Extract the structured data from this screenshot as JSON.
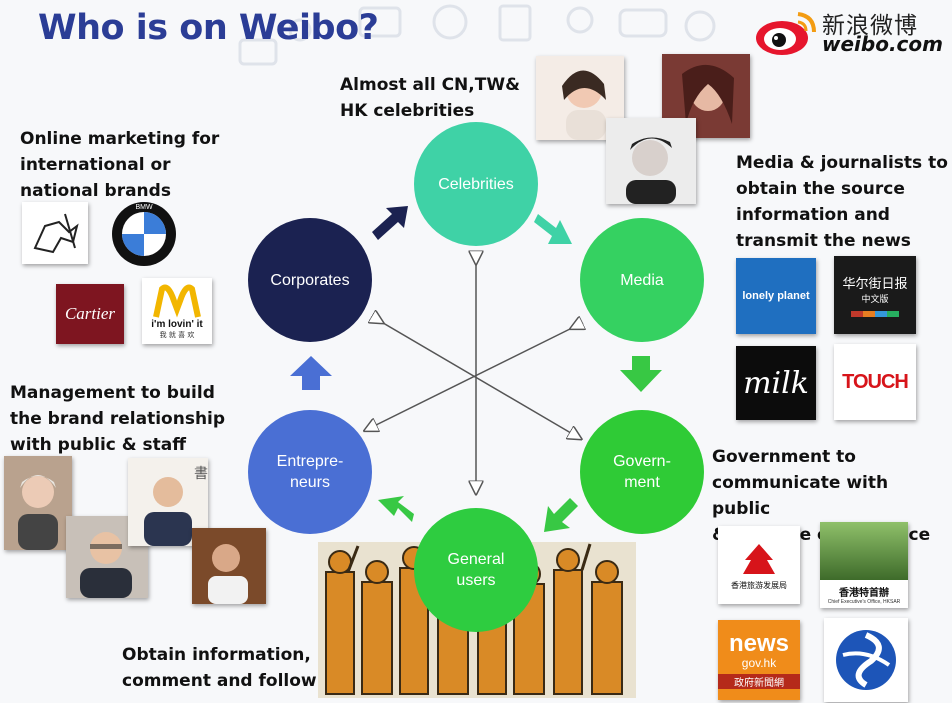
{
  "title": "Who is on Weibo?",
  "logo": {
    "cn": "新浪微博",
    "en": "weibo.com"
  },
  "nodes": {
    "celebrities": "Celebrities",
    "media": "Media",
    "government": "Govern-\nment",
    "general_users": "General\nusers",
    "entrepreneurs": "Entrepre-\nneurs",
    "corporates": "Corporates"
  },
  "captions": {
    "celebrities": "Almost all CN,TW&\nHK celebrities",
    "corporates": "Online marketing for\ninternational or\nnational brands",
    "media": "Media & journalists to\nobtain the source\ninformation and\ntransmit  the news",
    "entrepreneurs": "Management to build\nthe brand relationship\nwith public & staff",
    "government": "Government to\ncommunicate with public\n& improve civil service",
    "general_users": "Obtain information,\ncomment and follow"
  },
  "brand_logos": {
    "cartier": "Cartier",
    "mcdonalds_slogan": "i'm lovin' it",
    "mcdonalds_cn": "我 就 喜 欢",
    "lonely_planet": "lonely planet",
    "wsj_cn": "华尔街日报",
    "wsj_cn_sub": "中文版",
    "milk": "milk",
    "touch": "TOUCH",
    "hktb": "香港旅游发展局",
    "ceo": "香港特首辦",
    "ceo_sub": "Chief Executive's Office, HKSAR",
    "news": "news",
    "news_sub": "gov.hk",
    "news_cn": "政府新聞網"
  },
  "colors": {
    "title": "#2b3d96",
    "celebrities": "#3fd2a6",
    "media": "#35d161",
    "government": "#2fcb36",
    "general_users": "#2ecc40",
    "entrepreneurs": "#4a6fd4",
    "corporates": "#1b2251",
    "arrow_teal": "#3fd2a6",
    "arrow_green": "#38c844",
    "arrow_navy": "#1b2251",
    "arrow_blue": "#4a6fd4"
  }
}
